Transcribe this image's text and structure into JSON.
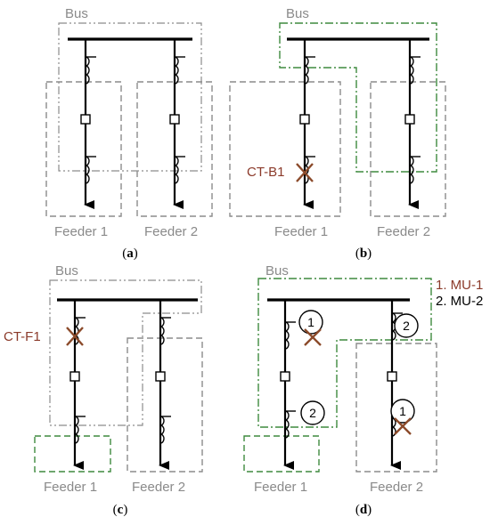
{
  "panels": {
    "a": {
      "caption": "a",
      "bus": "Bus",
      "feeder1": "Feeder 1",
      "feeder2": "Feeder 2"
    },
    "b": {
      "caption": "b",
      "bus": "Bus",
      "feeder1": "Feeder 1",
      "feeder2": "Feeder 2",
      "fault": "CT-B1"
    },
    "c": {
      "caption": "c",
      "bus": "Bus",
      "feeder1": "Feeder 1",
      "feeder2": "Feeder 2",
      "fault": "CT-F1"
    },
    "d": {
      "caption": "d",
      "bus": "Bus",
      "feeder1": "Feeder 1",
      "feeder2": "Feeder 2",
      "legend": [
        "1. MU-1",
        "2. MU-2"
      ],
      "mu1": "1",
      "mu2": "2"
    }
  },
  "colors": {
    "zone_gray": "#8c8c8c",
    "zone_green": "#3e8a3e",
    "fault": "#8b4a2a",
    "label_red": "#8b3a2a"
  }
}
